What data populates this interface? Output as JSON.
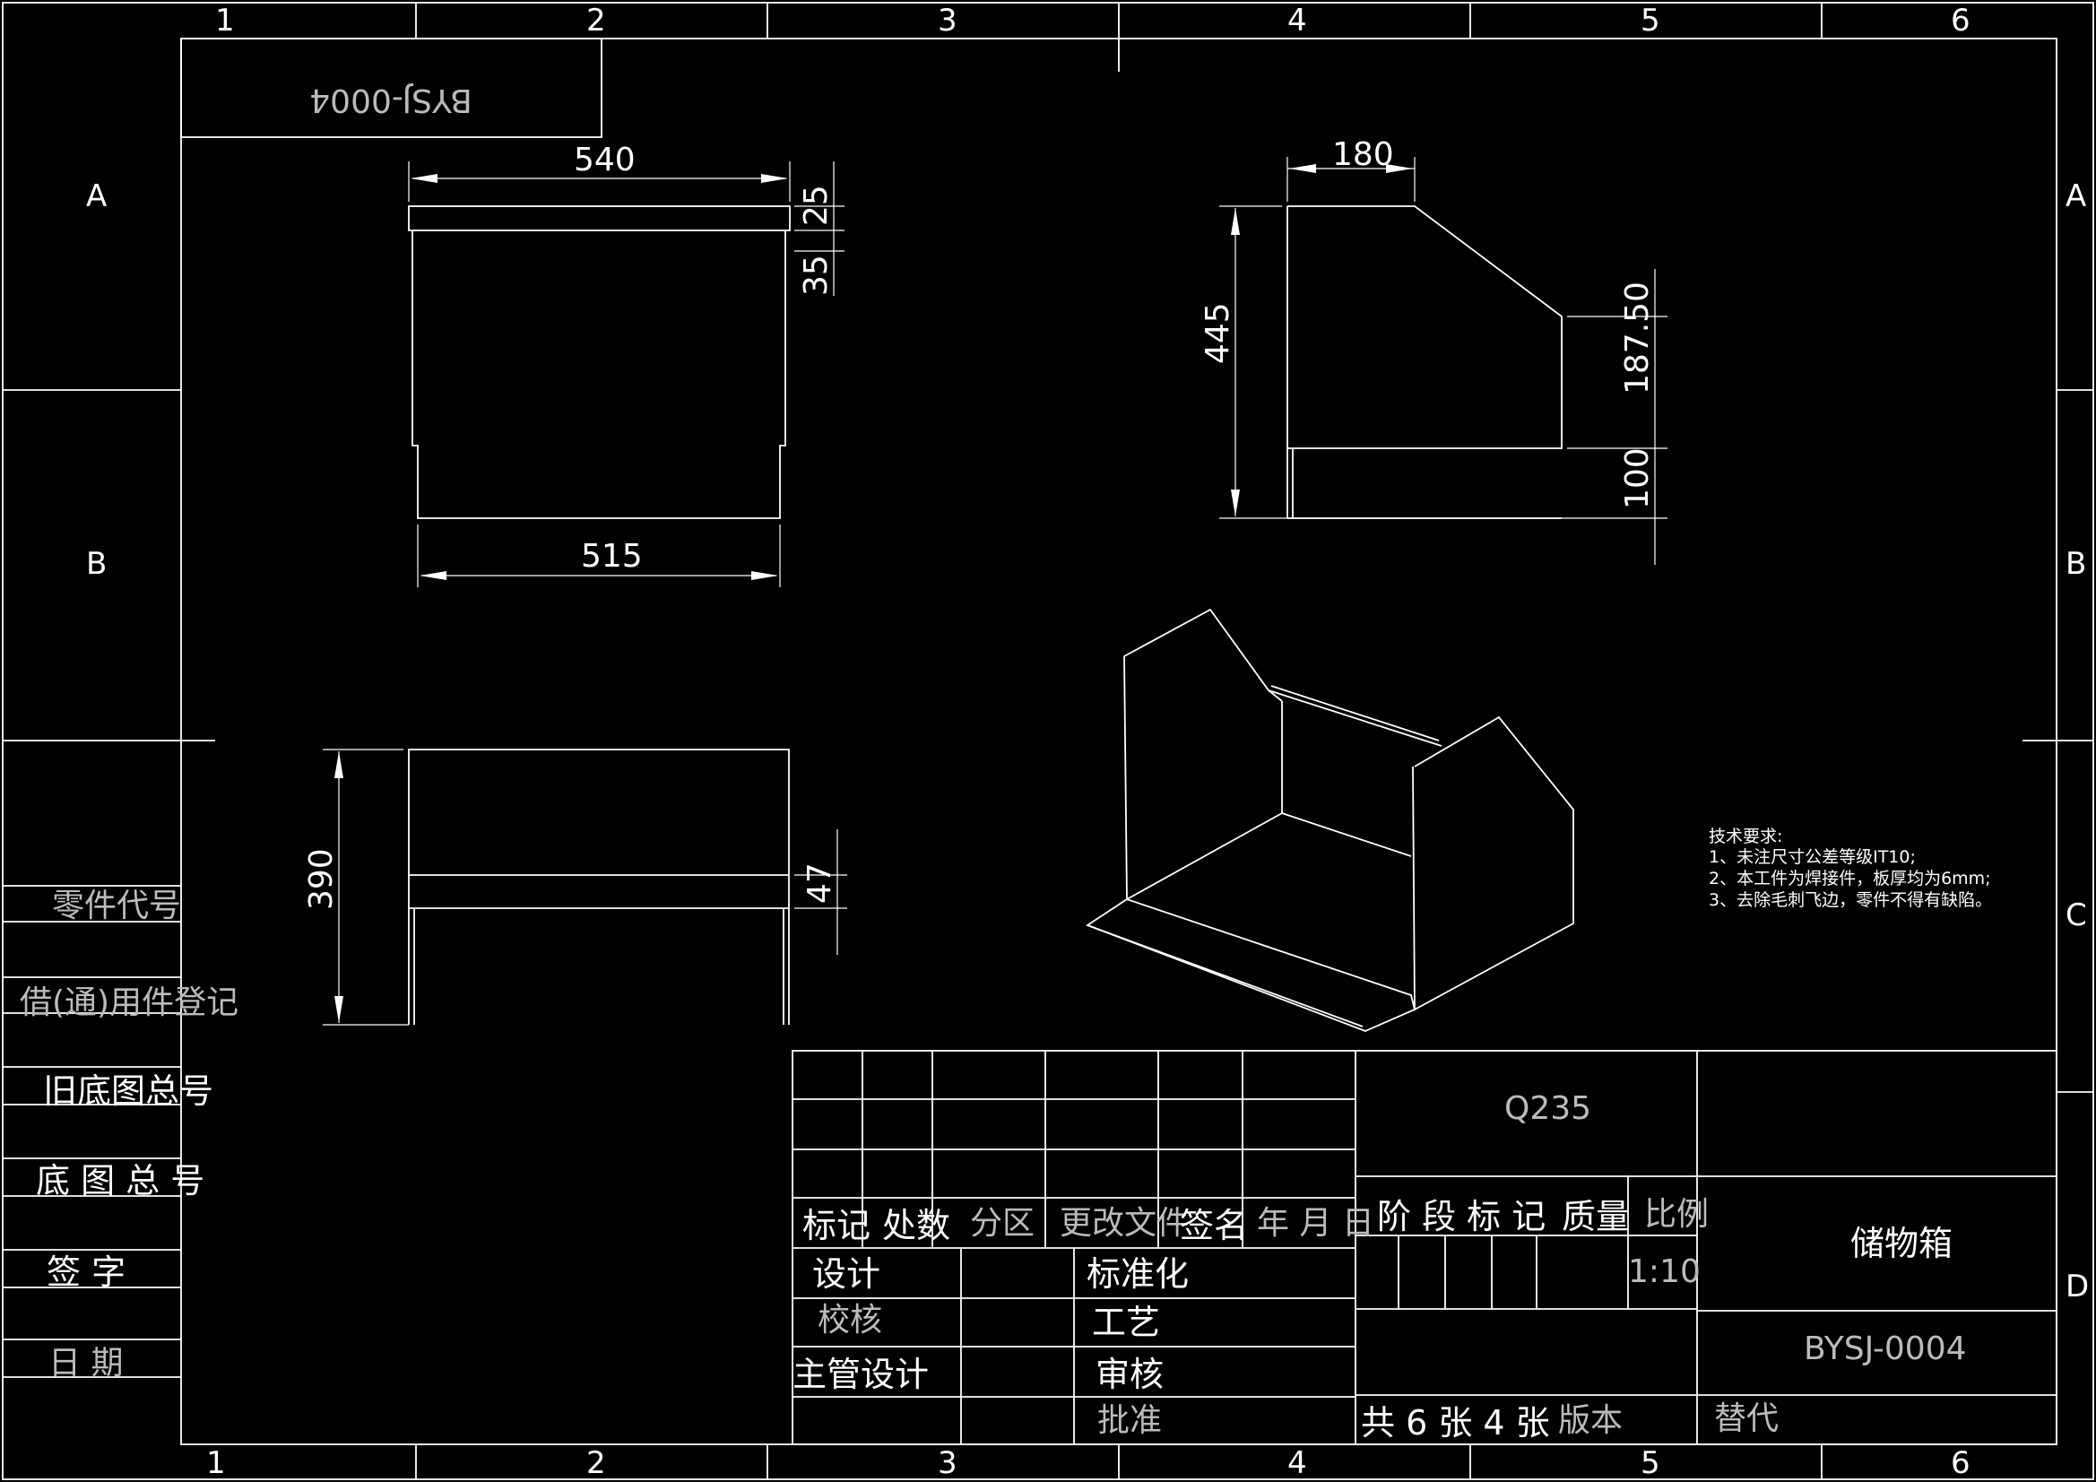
{
  "grid": {
    "columns": [
      "1",
      "2",
      "3",
      "4",
      "5",
      "6"
    ],
    "rows": [
      "A",
      "B",
      "C",
      "D"
    ]
  },
  "drawing_code_rotated": "BYSJ-0004",
  "dimensions": {
    "front_width_top": "540",
    "front_width_bottom": "515",
    "front_small_top": "25",
    "front_small_offset": "35",
    "side_top_width": "180",
    "side_height": "445",
    "side_upper": "187.50",
    "side_lower": "100",
    "top_depth": "390",
    "top_band": "47"
  },
  "notes": {
    "heading": "技术要求:",
    "items": [
      "1、未注尺寸公差等级IT10;",
      "2、本工件为焊接件，板厚均为6mm;",
      "3、去除毛刺飞边，零件不得有缺陷。"
    ]
  },
  "left_panel": {
    "part_code": "零件代号",
    "borrowed": "借(通)用件登记",
    "old_base": "旧底图总号",
    "base": "底 图 总 号",
    "sign": "签    字",
    "date": "日    期"
  },
  "title_block": {
    "material": "Q235",
    "mark": "标记",
    "count": "处数",
    "zone": "分区",
    "change_doc": "更改文件",
    "signature": "签名",
    "ymd": "年 月 日",
    "design": "设计",
    "standardize": "标准化",
    "check": "校核",
    "process": "工艺",
    "supervisor": "主管设计",
    "review": "审核",
    "approve": "批准",
    "stage": "阶 段 标 记",
    "weight": "质量",
    "ratio": "比例",
    "scale": "1:10",
    "part_name": "储物箱",
    "drawing_no": "BYSJ-0004",
    "sheets": "共 6 张 4 张",
    "version": "版本",
    "replace": "替代"
  }
}
